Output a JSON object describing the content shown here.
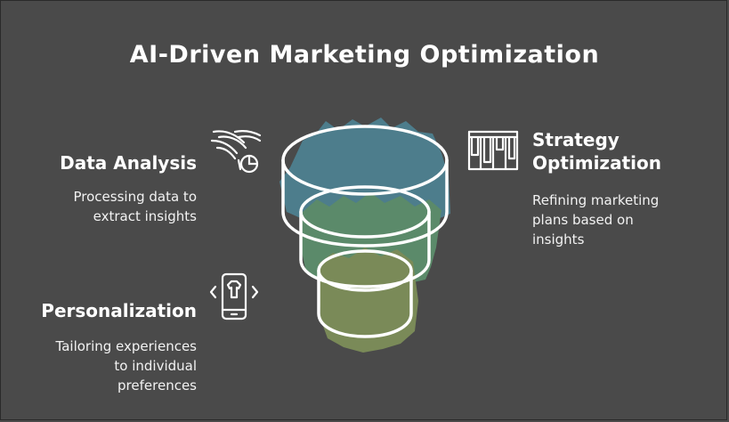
{
  "title": "AI-Driven Marketing Optimization",
  "items": [
    {
      "heading": "Data Analysis",
      "description": [
        "Processing data to",
        "extract insights"
      ],
      "icon": "data-analysis-icon"
    },
    {
      "heading": "Personalization",
      "description": [
        "Tailoring experiences",
        "to individual",
        "preferences"
      ],
      "icon": "smartphone-shirt-icon"
    },
    {
      "heading": [
        "Strategy",
        "Optimization"
      ],
      "description": [
        "Refining marketing",
        "plans based on",
        "insights"
      ],
      "icon": "strategy-columns-icon"
    }
  ],
  "colors": {
    "background": "#4a4a4a",
    "top_layer": "#4d7d8c",
    "middle_layer": "#5b8a6a",
    "bottom_layer": "#7a8a58",
    "stroke": "#ffffff"
  }
}
